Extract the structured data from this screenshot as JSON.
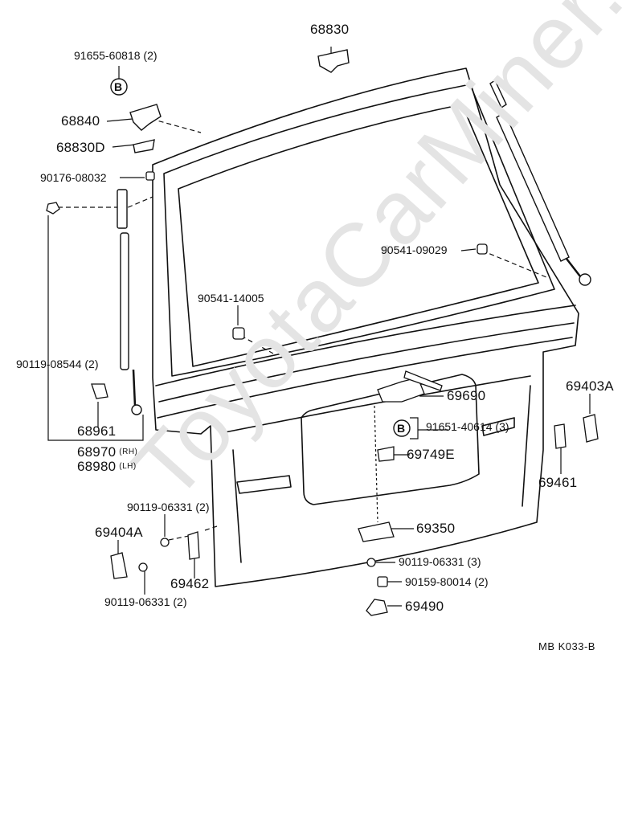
{
  "watermark": "ToyotaCarMiner.ru",
  "drawing_ref": "MB  K033-B",
  "parts": {
    "p68830": "68830",
    "p91655": "91655-60818 (2)",
    "p68840": "68840",
    "p68830D": "68830D",
    "p90176": "90176-08032",
    "p90541_09029": "90541-09029",
    "p90541_14005": "90541-14005",
    "p90119_08544": "90119-08544 (2)",
    "p68961": "68961",
    "p68970": "68970",
    "p68970_side": "(RH)",
    "p68980": "68980",
    "p68980_side": "(LH)",
    "p69690": "69690",
    "p91651": "91651-40614 (3)",
    "p69749E": "69749E",
    "p69403A": "69403A",
    "p69461": "69461",
    "p90119_06331_a": "90119-06331 (2)",
    "p69404A": "69404A",
    "p69462": "69462",
    "p90119_06331_b": "90119-06331 (2)",
    "p69350": "69350",
    "p90119_06331_c": "90119-06331 (3)",
    "p90159": "90159-80014 (2)",
    "p69490": "69490"
  },
  "callout_letter": "B"
}
